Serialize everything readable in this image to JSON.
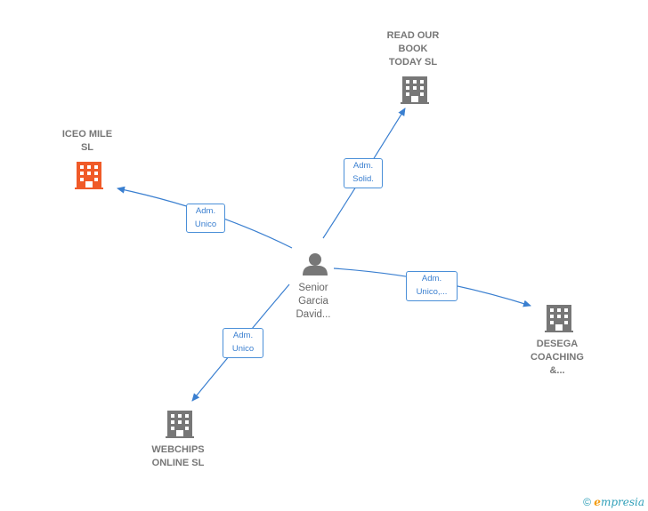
{
  "colors": {
    "edge": "#3a7fd0",
    "building": "#777777",
    "building_highlight": "#f05a28",
    "person": "#777777"
  },
  "center": {
    "name": "Senior\nGarcia\nDavid...",
    "icon": "person-icon"
  },
  "companies": [
    {
      "id": "iceo",
      "name": "ICEO MILE\nSL",
      "highlight": true,
      "icon": "building-icon"
    },
    {
      "id": "readour",
      "name": "READ OUR\nBOOK\nTODAY SL",
      "highlight": false,
      "icon": "building-icon"
    },
    {
      "id": "desega",
      "name": "DESEGA\nCOACHING\n&...",
      "highlight": false,
      "icon": "building-icon"
    },
    {
      "id": "webchips",
      "name": "WEBCHIPS\nONLINE  SL",
      "highlight": false,
      "icon": "building-icon"
    }
  ],
  "edges": [
    {
      "to": "iceo",
      "label": "Adm.\nUnico"
    },
    {
      "to": "readour",
      "label": "Adm.\nSolid."
    },
    {
      "to": "desega",
      "label": "Adm.\nUnico,..."
    },
    {
      "to": "webchips",
      "label": "Adm.\nUnico"
    }
  ],
  "footer": {
    "copyright": "©",
    "brand_first": "e",
    "brand_rest": "mpresia"
  }
}
